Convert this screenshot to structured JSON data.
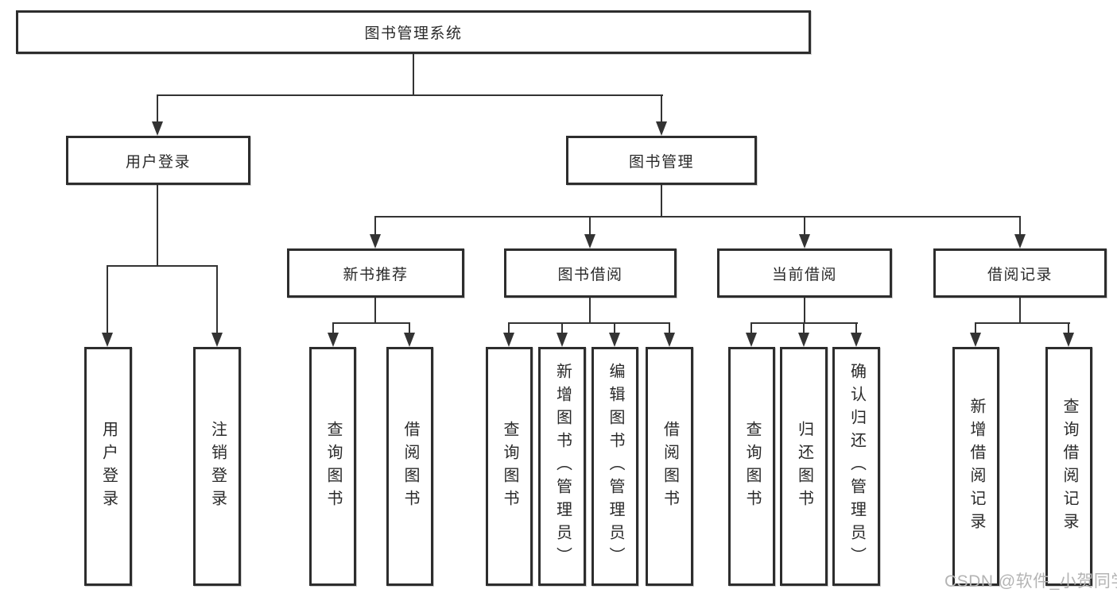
{
  "diagram": {
    "title": "图书管理系统",
    "children": [
      {
        "label": "用户登录",
        "children": [
          {
            "label": "用户登录"
          },
          {
            "label": "注销登录"
          }
        ]
      },
      {
        "label": "图书管理",
        "children": [
          {
            "label": "新书推荐",
            "children": [
              {
                "label": "查询图书"
              },
              {
                "label": "借阅图书"
              }
            ]
          },
          {
            "label": "图书借阅",
            "children": [
              {
                "label": "查询图书"
              },
              {
                "label": "新增图书（管理员）"
              },
              {
                "label": "编辑图书（管理员）"
              },
              {
                "label": "借阅图书"
              }
            ]
          },
          {
            "label": "当前借阅",
            "children": [
              {
                "label": "查询图书"
              },
              {
                "label": "归还图书"
              },
              {
                "label": "确认归还（管理员）"
              }
            ]
          },
          {
            "label": "借阅记录",
            "children": [
              {
                "label": "新增借阅记录"
              },
              {
                "label": "查询借阅记录"
              }
            ]
          }
        ]
      }
    ]
  },
  "watermark": {
    "text": "CSDN @软件_小贺同学"
  }
}
